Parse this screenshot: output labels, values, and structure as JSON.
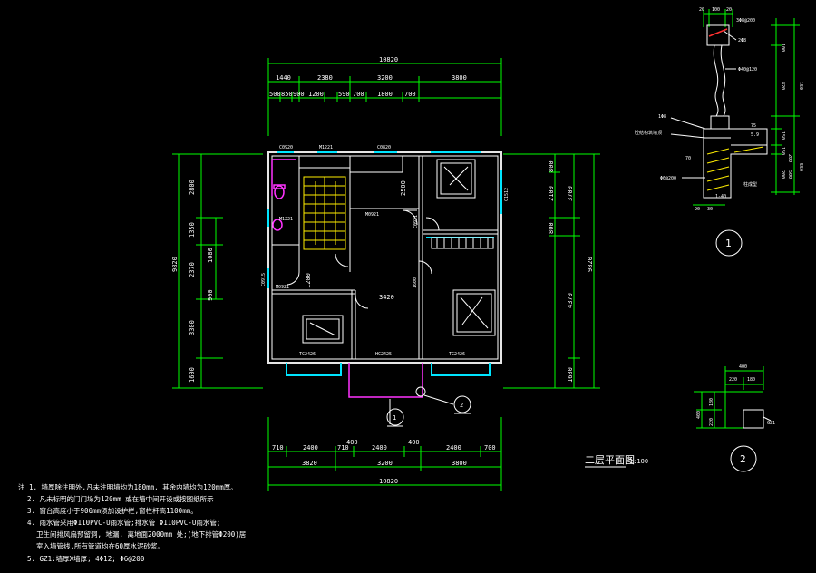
{
  "plan": {
    "title": "二层平面图",
    "scale": "1:100",
    "top_total": "10820",
    "top_row1": [
      "1440",
      "2380",
      "3200",
      "3800"
    ],
    "top_row2": [
      "500",
      "850",
      "900",
      "1200",
      "590",
      "700",
      "1800",
      "700"
    ],
    "bottom_row1": [
      "710",
      "2400",
      "710",
      "2400",
      "2400",
      "700"
    ],
    "bottom_row1b": [
      "400",
      "400"
    ],
    "bottom_row2": [
      "3820",
      "3200",
      "3800"
    ],
    "bottom_total": "10820",
    "left_outer": "9820",
    "left_inner": [
      "2800",
      "1350",
      "2370",
      "3300",
      "1600"
    ],
    "left_inner2": [
      "1080",
      "900"
    ],
    "right_outer": "9820",
    "right_inner": [
      "3700",
      "4370",
      "1680"
    ],
    "right_inner2": [
      "800",
      "2100",
      "800"
    ],
    "room_labels": {
      "c0920": "C0920",
      "m1221": "M1221",
      "c0820": "C0820",
      "m0921a": "M0921",
      "m0921b": "M0921",
      "m1221b": "M1221",
      "c2425a": "TC2426",
      "c2425b": "HC2425",
      "c2425c": "TC2426",
      "c1512": "C1512",
      "c0915": "C0915",
      "c0921": "C0921",
      "d2500": "2500",
      "d1200": "1200",
      "d3420": "3420",
      "d1600": "1600"
    },
    "markers": [
      "1",
      "2"
    ]
  },
  "detail1": {
    "marker": "1",
    "top_dims": [
      "20",
      "100",
      "20"
    ],
    "bar_label": "3Φ8@200",
    "bar2": "2Φ8",
    "post": "Φ40@120",
    "right_dims": [
      "100",
      "820",
      "150",
      "150",
      "150",
      "200",
      "550"
    ],
    "right_dims2": [
      "75",
      "5.9",
      "200",
      "500"
    ],
    "note_left1": "1Φ8",
    "note_left2": "砼结构筑墙顶",
    "note_left3": "Φ6@200",
    "left_dim": "70",
    "mid": "1-40",
    "bottom": [
      "90",
      "30"
    ],
    "floor": "柱成型"
  },
  "detail2": {
    "marker": "2",
    "top": "400",
    "top2": [
      "220",
      "180"
    ],
    "left": "400",
    "left2": [
      "180",
      "220"
    ],
    "tag": "GZ1"
  },
  "notes": [
    "注 1. 墙厚除注明外,凡未注明墙均为180mm, 其余内墙均为120mm厚。",
    "2. 凡未标明的门门垛为120mm 或在墙中间开设或按图纸所示",
    "3. 窗台高度小于900mm须加设护栏,窗栏杆高1100mm。",
    "4. 雨水管采用Φ110PVC-U雨水管;排水管 Φ110PVC-U雨水管;",
    "卫生间排风扇预留洞, 地漏, 离地面2000mm 处;(地下排管Φ200)居",
    "室入墙管线,所有管道均在60厚水泥砂浆。",
    "5. GZ1:墙厚X墙厚; 4Φ12; Φ6@200"
  ]
}
